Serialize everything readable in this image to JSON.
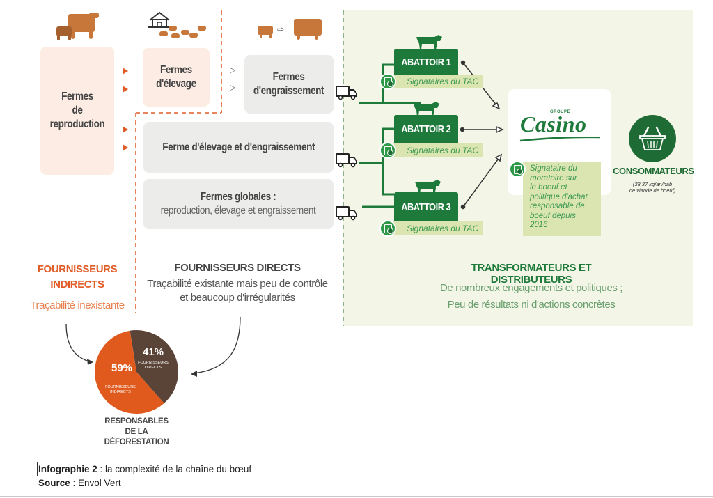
{
  "top_icons": {
    "reproduction": "cow-and-calf-icon",
    "elevage": "barn-with-calves-icon",
    "engraissement": "calf-to-cow-icon"
  },
  "farms": {
    "reproduction": [
      "Fermes",
      "de reproduction"
    ],
    "elevage": [
      "Fermes",
      "d'élevage"
    ],
    "engraissement": [
      "Fermes",
      "d'engraissement"
    ],
    "elevage_engraissement": "Ferme d'élevage et d'engraissement",
    "globales_title": "Fermes globales :",
    "globales_sub": "reproduction, élevage et engraissement"
  },
  "abattoirs": [
    {
      "label": "ABATTOIR 1",
      "signataire": "Signataires du TAC"
    },
    {
      "label": "ABATTOIR 2",
      "signataire": "Signataires du TAC"
    },
    {
      "label": "ABATTOIR 3",
      "signataire": "Signataires du TAC"
    }
  ],
  "casino": {
    "groupe": "GROUPE",
    "name": "Casino",
    "note": [
      "Signataire du",
      "moratoire sur",
      "le boeuf et",
      "politique d'achat",
      "responsable de",
      "boeuf depuis",
      "2016"
    ]
  },
  "consommateurs": {
    "title": "CONSOMMATEURS",
    "sub": [
      "(38,37 kg/an/hab",
      "de viande de boeuf)"
    ]
  },
  "sections": {
    "indirects": {
      "title": [
        "FOURNISSEURS",
        "INDIRECTS"
      ],
      "sub": "Traçabilité inexistante"
    },
    "directs": {
      "title": "FOURNISSEURS DIRECTS",
      "sub": [
        "Traçabilité existante mais peu de contrôle",
        "et beaucoup d'irrégularités"
      ]
    },
    "transformateurs": {
      "title": "TRANSFORMATEURS ET DISTRIBUTEURS",
      "sub": [
        "De nombreux engagements et politiques ;",
        "Peu de résultats ni d'actions concrètes"
      ]
    }
  },
  "pie": {
    "title": [
      "RESPONSABLES",
      "DE LA DÉFORESTATION"
    ],
    "slices": [
      {
        "label_pct": "59%",
        "label": [
          "FOURNISSEURS",
          "INDIRECTS"
        ],
        "value": 59,
        "color": "#e05a1e"
      },
      {
        "label_pct": "41%",
        "label": [
          "FOURNISSEURS",
          "DIRECTS"
        ],
        "value": 41,
        "color": "#5a4437"
      }
    ]
  },
  "caption": {
    "line1_bold": "Infographie 2",
    "line1_rest": " : la complexité de la chaîne du bœuf",
    "line2_bold": "Source",
    "line2_rest": " : Envol Vert"
  },
  "colors": {
    "orange": "#e05c26",
    "green_dark": "#1e7a3b",
    "green_light": "#dbe5b2",
    "panel": "#f3f5e6",
    "pink_box": "#fcece3",
    "grey_box": "#ececeb",
    "brown": "#5a4437"
  }
}
